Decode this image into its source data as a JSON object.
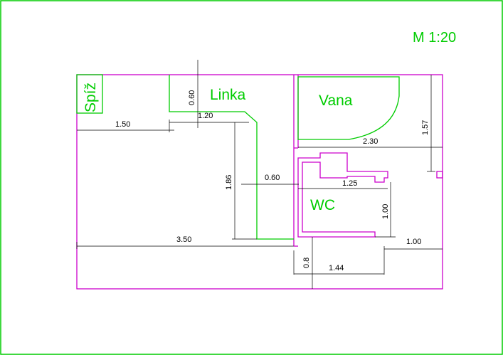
{
  "scale": "M 1:20",
  "rooms": {
    "pantry": "Spíž",
    "counter": "Linka",
    "bath": "Vana",
    "toilet": "WC"
  },
  "dimensions": {
    "counter_depth": "0.60",
    "counter_return": "1.20",
    "pantry_offset": "1.50",
    "counter_run": "1.86",
    "counter_gap": "0.60",
    "total_length": "3.50",
    "bath_width": "2.30",
    "bath_height": "1.57",
    "wc_width": "1.25",
    "wc_depth": "1.00",
    "wc_front": "1.00",
    "wc_door": "0.8",
    "wc_span": "1.44"
  },
  "colors": {
    "border": "#00cc00",
    "walls": "#cc00cc",
    "fixtures": "#00cc00",
    "dimension_lines": "#000000"
  }
}
